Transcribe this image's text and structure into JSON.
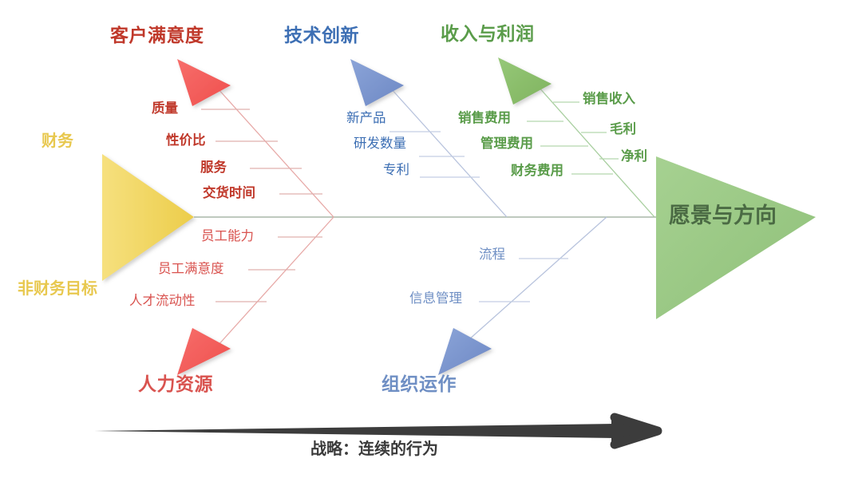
{
  "diagram": {
    "type": "fishbone-ishikawa",
    "head": {
      "label": "愿景与方向",
      "color": "#9ccb86"
    },
    "axis": {
      "label": "战略：连续的行为",
      "color": "#3a3a3a",
      "direction": "left-to-right"
    },
    "left_spine": {
      "color": "#f2d75a",
      "top_label": "财务",
      "bottom_label": "非财务目标"
    },
    "branches": [
      {
        "id": "customer-satisfaction",
        "title": "客户满意度",
        "color": "#c0392b",
        "arrow_color": "#f4605e",
        "position": "top",
        "causes": [
          "质量",
          "性价比",
          "服务",
          "交货时间"
        ]
      },
      {
        "id": "technology-innovation",
        "title": "技术创新",
        "color": "#3d6fb4",
        "arrow_color": "#7b95cf",
        "position": "top",
        "causes": [
          "新产品",
          "研发数量",
          "专利"
        ]
      },
      {
        "id": "revenue-profit",
        "title": "收入与利润",
        "color": "#5a9c4a",
        "arrow_color": "#8cc06a",
        "position": "top",
        "causes": [
          "销售费用",
          "管理费用",
          "财务费用"
        ],
        "causes_right": [
          "销售收入",
          "毛利",
          "净利"
        ]
      },
      {
        "id": "human-resources",
        "title": "人力资源",
        "color": "#d9534f",
        "arrow_color": "#f4605e",
        "position": "bottom",
        "causes": [
          "员工能力",
          "员工满意度",
          "人才流动性"
        ]
      },
      {
        "id": "organization-operation",
        "title": "组织运作",
        "color": "#6f8fc4",
        "arrow_color": "#7b95cf",
        "position": "bottom",
        "causes": [
          "流程",
          "信息管理"
        ]
      }
    ]
  }
}
